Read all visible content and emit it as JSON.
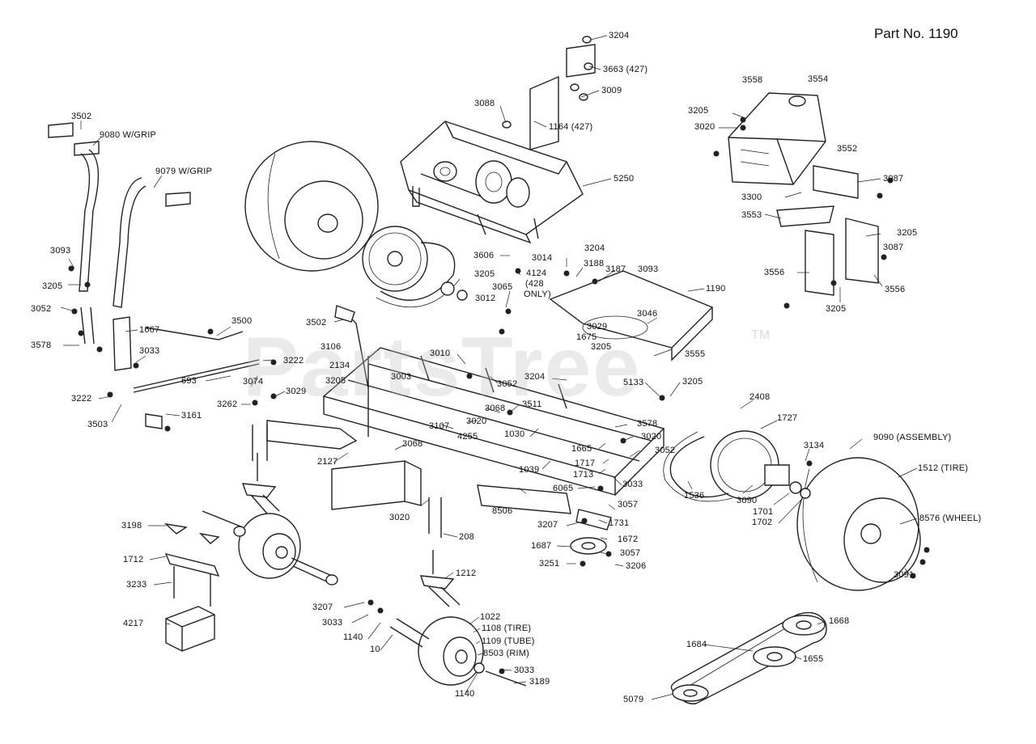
{
  "title": "Part No. 1190",
  "watermark": {
    "brand": "PartsTree",
    "trademark": "TM"
  },
  "labels": [
    {
      "id": "l3204a",
      "text": "3204"
    },
    {
      "id": "l3663",
      "text": "3663 (427)"
    },
    {
      "id": "l3009",
      "text": "3009"
    },
    {
      "id": "l3088",
      "text": "3088"
    },
    {
      "id": "l1164",
      "text": "1164 (427)"
    },
    {
      "id": "l5250",
      "text": "5250"
    },
    {
      "id": "l3558",
      "text": "3558"
    },
    {
      "id": "l3554",
      "text": "3554"
    },
    {
      "id": "l3205a",
      "text": "3205"
    },
    {
      "id": "l3020a",
      "text": "3020"
    },
    {
      "id": "l3552",
      "text": "3552"
    },
    {
      "id": "l3087a",
      "text": "3087"
    },
    {
      "id": "l3300",
      "text": "3300"
    },
    {
      "id": "l3553",
      "text": "3553"
    },
    {
      "id": "l3205b",
      "text": "3205"
    },
    {
      "id": "l3087b",
      "text": "3087"
    },
    {
      "id": "l3556a",
      "text": "3556"
    },
    {
      "id": "l3556b",
      "text": "3556"
    },
    {
      "id": "l3205c",
      "text": "3205"
    },
    {
      "id": "l3502a",
      "text": "3502"
    },
    {
      "id": "l9080",
      "text": "9080 W/GRIP"
    },
    {
      "id": "l9079",
      "text": "9079 W/GRIP"
    },
    {
      "id": "l3093a",
      "text": "3093"
    },
    {
      "id": "l3205d",
      "text": "3205"
    },
    {
      "id": "l3052a",
      "text": "3052"
    },
    {
      "id": "l3578a",
      "text": "3578"
    },
    {
      "id": "l1667",
      "text": "1667"
    },
    {
      "id": "l3033a",
      "text": "3033"
    },
    {
      "id": "l3500",
      "text": "3500"
    },
    {
      "id": "l3222a",
      "text": "3222"
    },
    {
      "id": "l3074",
      "text": "3074"
    },
    {
      "id": "l693",
      "text": "693"
    },
    {
      "id": "l3222b",
      "text": "3222"
    },
    {
      "id": "l3503",
      "text": "3503"
    },
    {
      "id": "l3161",
      "text": "3161"
    },
    {
      "id": "l3262",
      "text": "3262"
    },
    {
      "id": "l3029a",
      "text": "3029"
    },
    {
      "id": "l3606",
      "text": "3606"
    },
    {
      "id": "l3014",
      "text": "3014"
    },
    {
      "id": "l3204b",
      "text": "3204"
    },
    {
      "id": "l3205e",
      "text": "3205"
    },
    {
      "id": "l4124",
      "text": "4124"
    },
    {
      "id": "l428",
      "text": "(428"
    },
    {
      "id": "lonly",
      "text": "ONLY)"
    },
    {
      "id": "l3188",
      "text": "3188"
    },
    {
      "id": "l3187",
      "text": "3187"
    },
    {
      "id": "l3093b",
      "text": "3093"
    },
    {
      "id": "l1190",
      "text": "1190"
    },
    {
      "id": "l3065",
      "text": "3065"
    },
    {
      "id": "l3012",
      "text": "3012"
    },
    {
      "id": "l3502b",
      "text": "3502"
    },
    {
      "id": "l3046",
      "text": "3046"
    },
    {
      "id": "l3029b",
      "text": "3029"
    },
    {
      "id": "l1675",
      "text": "1675"
    },
    {
      "id": "l3205f",
      "text": "3205"
    },
    {
      "id": "l3555",
      "text": "3555"
    },
    {
      "id": "l3106",
      "text": "3106"
    },
    {
      "id": "l2134",
      "text": "2134"
    },
    {
      "id": "l3010",
      "text": "3010"
    },
    {
      "id": "l3205g",
      "text": "3205"
    },
    {
      "id": "l3003",
      "text": "3003"
    },
    {
      "id": "l3052b",
      "text": "3052"
    },
    {
      "id": "l3204c",
      "text": "3204"
    },
    {
      "id": "l5133",
      "text": "5133"
    },
    {
      "id": "l3205h",
      "text": "3205"
    },
    {
      "id": "l2408",
      "text": "2408"
    },
    {
      "id": "l1727",
      "text": "1727"
    },
    {
      "id": "l3068a",
      "text": "3068"
    },
    {
      "id": "l3511",
      "text": "3511"
    },
    {
      "id": "l3020b",
      "text": "3020"
    },
    {
      "id": "l3107",
      "text": "3107"
    },
    {
      "id": "l4255",
      "text": "4255"
    },
    {
      "id": "l1030",
      "text": "1030"
    },
    {
      "id": "l3578b",
      "text": "3578"
    },
    {
      "id": "l3020c",
      "text": "3020"
    },
    {
      "id": "l3052c",
      "text": "3052"
    },
    {
      "id": "l1665",
      "text": "1665"
    },
    {
      "id": "l1717",
      "text": "1717"
    },
    {
      "id": "l1713",
      "text": "1713"
    },
    {
      "id": "l3068b",
      "text": "3068"
    },
    {
      "id": "l2127",
      "text": "2127"
    },
    {
      "id": "l1039",
      "text": "1039"
    },
    {
      "id": "l6065",
      "text": "6065"
    },
    {
      "id": "l3033b",
      "text": "3033"
    },
    {
      "id": "l3090",
      "text": "3090"
    },
    {
      "id": "l1701",
      "text": "1701"
    },
    {
      "id": "l1702",
      "text": "1702"
    },
    {
      "id": "l1536",
      "text": "1536"
    },
    {
      "id": "l3134",
      "text": "3134"
    },
    {
      "id": "l9090",
      "text": "9090 (ASSEMBLY)"
    },
    {
      "id": "l1512",
      "text": "1512 (TIRE)"
    },
    {
      "id": "l8576",
      "text": "8576 (WHEEL)"
    },
    {
      "id": "l3091",
      "text": "3091"
    },
    {
      "id": "l3020d",
      "text": "3020"
    },
    {
      "id": "l8506",
      "text": "8506"
    },
    {
      "id": "l3057a",
      "text": "3057"
    },
    {
      "id": "l3207a",
      "text": "3207"
    },
    {
      "id": "l1731",
      "text": "1731"
    },
    {
      "id": "l208",
      "text": "208"
    },
    {
      "id": "l1687",
      "text": "1687"
    },
    {
      "id": "l1672",
      "text": "1672"
    },
    {
      "id": "l3057b",
      "text": "3057"
    },
    {
      "id": "l3251",
      "text": "3251"
    },
    {
      "id": "l3206",
      "text": "3206"
    },
    {
      "id": "l1212",
      "text": "1212"
    },
    {
      "id": "l3198",
      "text": "3198"
    },
    {
      "id": "l1712",
      "text": "1712"
    },
    {
      "id": "l3233",
      "text": "3233"
    },
    {
      "id": "l4217",
      "text": "4217"
    },
    {
      "id": "l3207b",
      "text": "3207"
    },
    {
      "id": "l3033c",
      "text": "3033"
    },
    {
      "id": "l1140a",
      "text": "1140"
    },
    {
      "id": "l10",
      "text": "10"
    },
    {
      "id": "l1022",
      "text": "1022"
    },
    {
      "id": "l1108",
      "text": "1108 (TIRE)"
    },
    {
      "id": "l1109",
      "text": "1109 (TUBE)"
    },
    {
      "id": "l8503",
      "text": "8503 (RIM)"
    },
    {
      "id": "l3033d",
      "text": "3033"
    },
    {
      "id": "l3189",
      "text": "3189"
    },
    {
      "id": "l1140b",
      "text": "1140"
    },
    {
      "id": "l1668",
      "text": "1668"
    },
    {
      "id": "l1684",
      "text": "1684"
    },
    {
      "id": "l1655",
      "text": "1655"
    },
    {
      "id": "l5079",
      "text": "5079"
    }
  ]
}
